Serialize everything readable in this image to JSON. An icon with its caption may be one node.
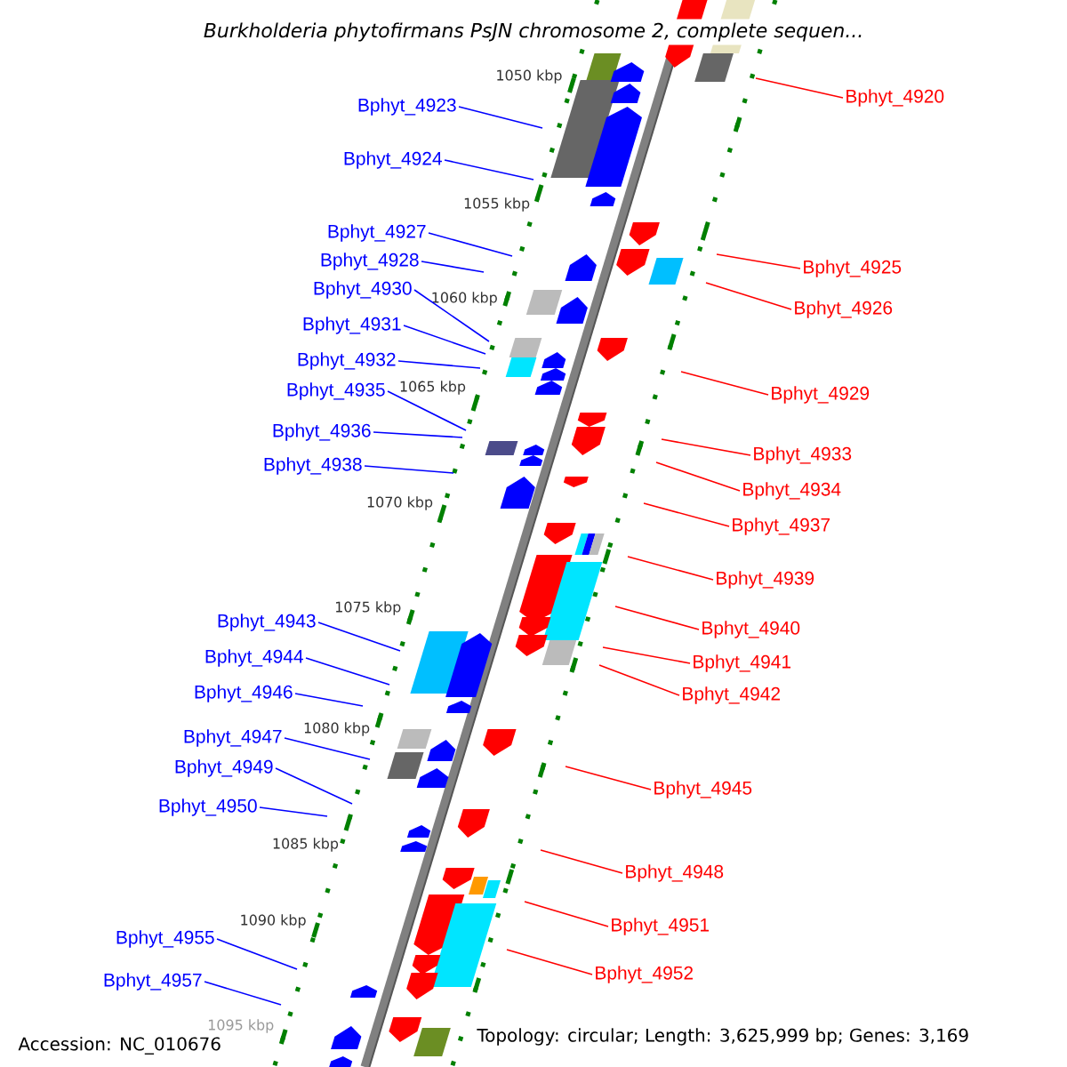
{
  "diagram": {
    "title": "Burkholderia phytofirmans PsJN chromosome 2, complete sequen...",
    "nodes": [
      {
        "text": [
          "Bphyt_4923"
        ]
      },
      {
        "text": [
          "Bphyt_4924"
        ]
      },
      {
        "text": [
          "Bphyt_4927"
        ]
      },
      {
        "text": [
          "Bphyt_4928"
        ]
      },
      {
        "text": [
          "Bphyt_4930"
        ]
      },
      {
        "text": [
          "Bphyt_4931"
        ]
      },
      {
        "text": [
          "Bphyt_4932"
        ]
      },
      {
        "text": [
          "Bphyt_4935"
        ]
      },
      {
        "text": [
          "Bphyt_4936"
        ]
      },
      {
        "text": [
          "Bphyt_4938"
        ]
      },
      {
        "text": [
          "Bphyt_4943"
        ]
      },
      {
        "text": [
          "Bphyt_4944"
        ]
      },
      {
        "text": [
          "Bphyt_4946"
        ]
      },
      {
        "text": [
          "Bphyt_4947"
        ]
      },
      {
        "text": [
          "Bphyt_4949"
        ]
      },
      {
        "text": [
          "Bphyt_4950"
        ]
      },
      {
        "text": [
          "Bphyt_4955"
        ]
      },
      {
        "text": [
          "Bphyt_4957"
        ]
      },
      {
        "text": [
          "Bphyt_4920"
        ]
      },
      {
        "text": [
          "Bphyt_4925"
        ]
      },
      {
        "text": [
          "Bphyt_4926"
        ]
      },
      {
        "text": [
          "Bphyt_4929"
        ]
      },
      {
        "text": [
          "Bphyt_4933"
        ]
      },
      {
        "text": [
          "Bphyt_4934"
        ]
      },
      {
        "text": [
          "Bphyt_4937"
        ]
      },
      {
        "text": [
          "Bphyt_4939"
        ]
      },
      {
        "text": [
          "Bphyt_4940"
        ]
      },
      {
        "text": [
          "Bphyt_4941"
        ]
      },
      {
        "text": [
          "Bphyt_4942"
        ]
      },
      {
        "text": [
          "Bphyt_4945"
        ]
      },
      {
        "text": [
          "Bphyt_4948"
        ]
      },
      {
        "text": [
          "Bphyt_4951"
        ]
      },
      {
        "text": [
          "Bphyt_4952"
        ]
      }
    ],
    "edges": [
      {
        "from": 0,
        "to": null,
        "arrow": "none"
      },
      {
        "from": 1,
        "to": null,
        "arrow": "none"
      },
      {
        "from": 2,
        "to": null,
        "arrow": "none"
      },
      {
        "from": 3,
        "to": null,
        "arrow": "none"
      },
      {
        "from": 4,
        "to": null,
        "arrow": "none"
      },
      {
        "from": 5,
        "to": null,
        "arrow": "none"
      },
      {
        "from": 6,
        "to": null,
        "arrow": "none"
      },
      {
        "from": 7,
        "to": null,
        "arrow": "none"
      },
      {
        "from": 8,
        "to": null,
        "arrow": "none"
      },
      {
        "from": 9,
        "to": null,
        "arrow": "none"
      },
      {
        "from": 10,
        "to": null,
        "arrow": "none"
      },
      {
        "from": 11,
        "to": null,
        "arrow": "none"
      },
      {
        "from": 12,
        "to": null,
        "arrow": "none"
      },
      {
        "from": 13,
        "to": null,
        "arrow": "none"
      },
      {
        "from": 14,
        "to": null,
        "arrow": "none"
      },
      {
        "from": 15,
        "to": null,
        "arrow": "none"
      },
      {
        "from": 16,
        "to": null,
        "arrow": "none"
      },
      {
        "from": 17,
        "to": null,
        "arrow": "none"
      },
      {
        "from": 18,
        "to": null,
        "arrow": "none",
        "color": "#ff0000"
      },
      {
        "from": 19,
        "to": null,
        "arrow": "none",
        "color": "#ff0000"
      },
      {
        "from": 20,
        "to": null,
        "arrow": "none",
        "color": "#ff0000"
      },
      {
        "from": 21,
        "to": null,
        "arrow": "none",
        "color": "#ff0000"
      },
      {
        "from": 22,
        "to": null,
        "arrow": "none",
        "color": "#ff0000"
      },
      {
        "from": 23,
        "to": null,
        "arrow": "none",
        "color": "#ff0000"
      },
      {
        "from": 24,
        "to": null,
        "arrow": "none",
        "color": "#ff0000"
      },
      {
        "from": 25,
        "to": null,
        "arrow": "none",
        "color": "#ff0000"
      },
      {
        "from": 26,
        "to": null,
        "arrow": "none",
        "color": "#ff0000"
      },
      {
        "from": 27,
        "to": null,
        "arrow": "none",
        "color": "#ff0000"
      },
      {
        "from": 28,
        "to": null,
        "arrow": "none",
        "color": "#ff0000"
      },
      {
        "from": 29,
        "to": null,
        "arrow": "none",
        "color": "#ff0000"
      },
      {
        "from": 30,
        "to": null,
        "arrow": "none",
        "color": "#ff0000"
      },
      {
        "from": 31,
        "to": null,
        "arrow": "none",
        "color": "#ff0000"
      },
      {
        "from": 32,
        "to": null,
        "arrow": "none",
        "color": "#ff0000"
      }
    ],
    "labels": [
      "1050 kbp",
      "1055 kbp",
      "1060 kbp",
      "1065 kbp",
      "1070 kbp",
      "1075 kbp",
      "1080 kbp",
      "1085 kbp",
      "1090 kbp",
      "1095 kbp",
      "Accession: NC_010676",
      "Topology: circular; Length: 3,625,999 bp; Genes: 3,169"
    ]
  }
}
